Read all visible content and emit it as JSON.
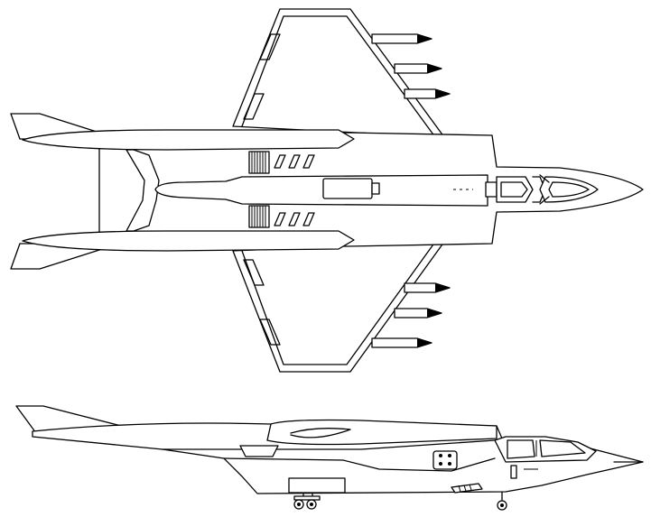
{
  "drawing": {
    "line_color": "#000000",
    "background_color": "#ffffff",
    "views": [
      {
        "name": "top-view",
        "stores_per_wing": 3
      },
      {
        "name": "side-view",
        "landing_gear": 2
      }
    ]
  }
}
